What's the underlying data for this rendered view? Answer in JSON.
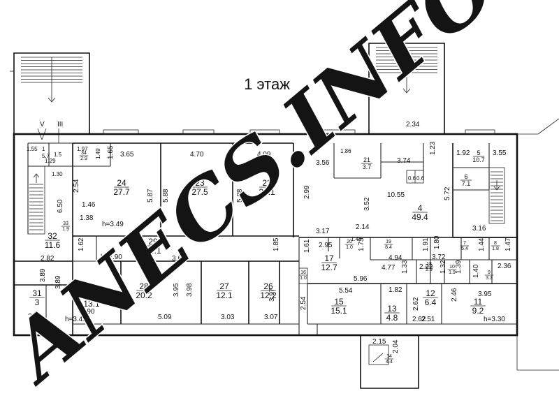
{
  "title": "1 этаж",
  "watermark": "ANECS.INFO",
  "stairs_left_labels": [
    "V",
    "III"
  ],
  "rooms": [
    {
      "id": "24",
      "area": "27.7"
    },
    {
      "id": "23",
      "area": "27.5"
    },
    {
      "id": "22",
      "area": "23.1"
    },
    {
      "id": "21",
      "area": "3.7"
    },
    {
      "id": "4",
      "area": "49.4"
    },
    {
      "id": "5",
      "area": "10.7"
    },
    {
      "id": "6",
      "area": "7.1"
    },
    {
      "id": "32",
      "area": "11.6"
    },
    {
      "id": "33",
      "area": "1.9"
    },
    {
      "id": "34",
      "area": "2.9"
    },
    {
      "id": "29",
      "area": "24.1"
    },
    {
      "id": "28",
      "area": "20.2"
    },
    {
      "id": "27",
      "area": "12.1"
    },
    {
      "id": "26",
      "area": "12.2"
    },
    {
      "id": "17",
      "area": "12.7"
    },
    {
      "id": "15",
      "area": "15.1"
    },
    {
      "id": "13",
      "area": "4.8"
    },
    {
      "id": "12",
      "area": "6.4"
    },
    {
      "id": "11",
      "area": "9.2"
    },
    {
      "id": "31",
      "area": "3"
    },
    {
      "id": "30",
      "area": "13.1"
    },
    {
      "id": "14",
      "area": "4.4"
    },
    {
      "id": "20",
      "area": "1.0"
    },
    {
      "id": "19",
      "area": "8.4"
    },
    {
      "id": "16",
      "area": "1.0"
    },
    {
      "id": "18",
      "area": "2.9"
    },
    {
      "id": "7",
      "area": "5.4"
    },
    {
      "id": "8",
      "area": "1.8"
    },
    {
      "id": "10",
      "area": "1.9"
    },
    {
      "id": "9",
      "area": "3.3"
    }
  ],
  "heights": [
    "h=3.49",
    "h=2.90",
    "h=3.41",
    "h=3.30"
  ],
  "dimensions": [
    "1.55",
    "1",
    "1.97",
    "1.49",
    "1.65",
    "3.65",
    "4.70",
    "4.09",
    "3.56",
    "1.86",
    "1.23",
    "1.92",
    "3.55",
    "5.7",
    "1.5",
    "1.29",
    "1.30",
    "2.54",
    "5.87",
    "5.88",
    "5.88",
    "2.99",
    "3.52",
    "3.74",
    "10.55",
    "5.72",
    "0.6",
    "0.6",
    "1.46",
    "1.38",
    "6.50",
    "3.16",
    "3.17",
    "2.14",
    "2.95",
    "1.73",
    "1.46",
    "1.91",
    "1.80",
    "1.44",
    "1.47",
    "1.62",
    "3.60",
    "1.85",
    "1.61",
    "4.94",
    "3.72",
    "1.33",
    "4.77",
    "2.22",
    "1.32",
    "1.40",
    "2.36",
    "5.96",
    "2.82",
    "3.89",
    "3.89",
    "3.86",
    "3.95",
    "3.98",
    "3.97",
    "5.54",
    "1.82",
    "2.62",
    "2.46",
    "3.95",
    "2.54",
    "3.90",
    "2.1",
    "5.09",
    "3.03",
    "3.07",
    "2.62",
    "2.51",
    "2.15",
    "2.04",
    "2.34",
    "1.39"
  ]
}
